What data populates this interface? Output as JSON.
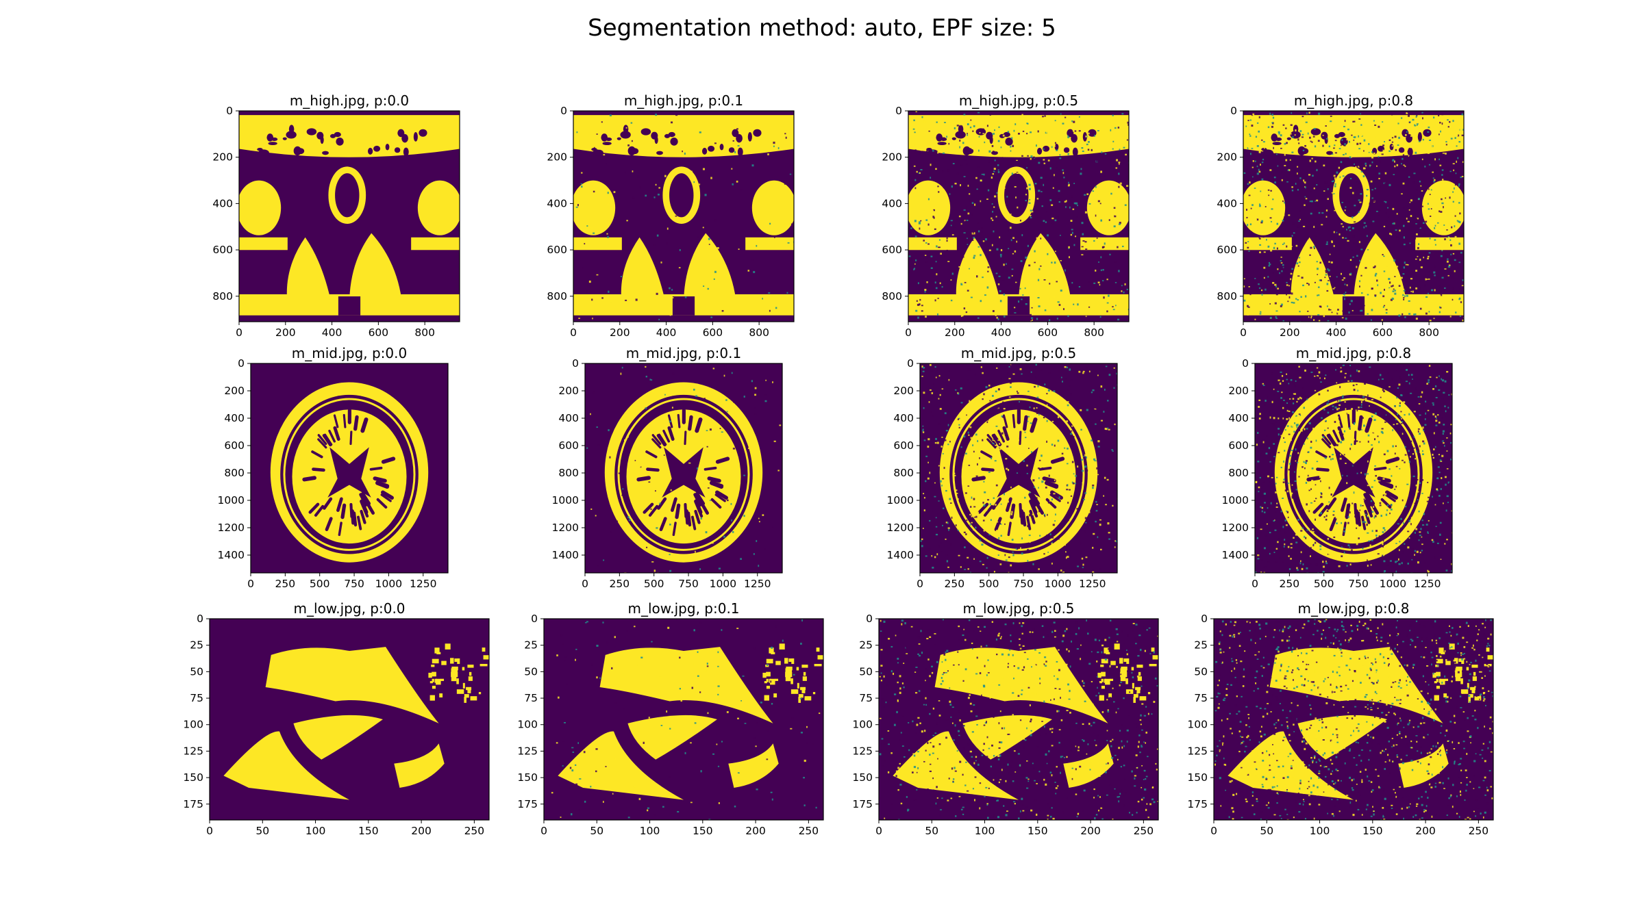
{
  "figure": {
    "title": "Segmentation method: auto, EPF size: 5",
    "colors": {
      "background": "#440154",
      "foreground": "#fde725",
      "mid": "#21918c",
      "axis": "#000000"
    }
  },
  "chart_data": [
    {
      "type": "heatmap",
      "title": "m_high.jpg, p:0.0",
      "image": "m_high",
      "noise": 0.0,
      "xticks": [
        "0",
        "200",
        "400",
        "600",
        "800"
      ],
      "yticks": [
        "0",
        "200",
        "400",
        "600",
        "800"
      ],
      "xlim": [
        0,
        950
      ],
      "ylim": [
        910,
        0
      ]
    },
    {
      "type": "heatmap",
      "title": "m_high.jpg, p:0.1",
      "image": "m_high",
      "noise": 0.1,
      "xticks": [
        "0",
        "200",
        "400",
        "600",
        "800"
      ],
      "yticks": [
        "0",
        "200",
        "400",
        "600",
        "800"
      ],
      "xlim": [
        0,
        950
      ],
      "ylim": [
        910,
        0
      ]
    },
    {
      "type": "heatmap",
      "title": "m_high.jpg, p:0.5",
      "image": "m_high",
      "noise": 0.5,
      "xticks": [
        "0",
        "200",
        "400",
        "600",
        "800"
      ],
      "yticks": [
        "0",
        "200",
        "400",
        "600",
        "800"
      ],
      "xlim": [
        0,
        950
      ],
      "ylim": [
        910,
        0
      ]
    },
    {
      "type": "heatmap",
      "title": "m_high.jpg, p:0.8",
      "image": "m_high",
      "noise": 0.8,
      "xticks": [
        "0",
        "200",
        "400",
        "600",
        "800"
      ],
      "yticks": [
        "0",
        "200",
        "400",
        "600",
        "800"
      ],
      "xlim": [
        0,
        950
      ],
      "ylim": [
        910,
        0
      ]
    },
    {
      "type": "heatmap",
      "title": "m_mid.jpg, p:0.0",
      "image": "m_mid",
      "noise": 0.0,
      "xticks": [
        "0",
        "250",
        "500",
        "750",
        "1000",
        "1250"
      ],
      "yticks": [
        "0",
        "200",
        "400",
        "600",
        "800",
        "1000",
        "1200",
        "1400"
      ],
      "xlim": [
        0,
        1430
      ],
      "ylim": [
        1530,
        0
      ]
    },
    {
      "type": "heatmap",
      "title": "m_mid.jpg, p:0.1",
      "image": "m_mid",
      "noise": 0.1,
      "xticks": [
        "0",
        "250",
        "500",
        "750",
        "1000",
        "1250"
      ],
      "yticks": [
        "0",
        "200",
        "400",
        "600",
        "800",
        "1000",
        "1200",
        "1400"
      ],
      "xlim": [
        0,
        1430
      ],
      "ylim": [
        1530,
        0
      ]
    },
    {
      "type": "heatmap",
      "title": "m_mid.jpg, p:0.5",
      "image": "m_mid",
      "noise": 0.5,
      "xticks": [
        "0",
        "250",
        "500",
        "750",
        "1000",
        "1250"
      ],
      "yticks": [
        "0",
        "200",
        "400",
        "600",
        "800",
        "1000",
        "1200",
        "1400"
      ],
      "xlim": [
        0,
        1430
      ],
      "ylim": [
        1530,
        0
      ]
    },
    {
      "type": "heatmap",
      "title": "m_mid.jpg, p:0.8",
      "image": "m_mid",
      "noise": 0.8,
      "xticks": [
        "0",
        "250",
        "500",
        "750",
        "1000",
        "1250"
      ],
      "yticks": [
        "0",
        "200",
        "400",
        "600",
        "800",
        "1000",
        "1200",
        "1400"
      ],
      "xlim": [
        0,
        1430
      ],
      "ylim": [
        1530,
        0
      ]
    },
    {
      "type": "heatmap",
      "title": "m_low.jpg, p:0.0",
      "image": "m_low",
      "noise": 0.0,
      "xticks": [
        "0",
        "50",
        "100",
        "150",
        "200",
        "250"
      ],
      "yticks": [
        "0",
        "25",
        "50",
        "75",
        "100",
        "125",
        "150",
        "175"
      ],
      "xlim": [
        0,
        264
      ],
      "ylim": [
        190,
        0
      ]
    },
    {
      "type": "heatmap",
      "title": "m_low.jpg, p:0.1",
      "image": "m_low",
      "noise": 0.1,
      "xticks": [
        "0",
        "50",
        "100",
        "150",
        "200",
        "250"
      ],
      "yticks": [
        "0",
        "25",
        "50",
        "75",
        "100",
        "125",
        "150",
        "175"
      ],
      "xlim": [
        0,
        264
      ],
      "ylim": [
        190,
        0
      ]
    },
    {
      "type": "heatmap",
      "title": "m_low.jpg, p:0.5",
      "image": "m_low",
      "noise": 0.5,
      "xticks": [
        "0",
        "50",
        "100",
        "150",
        "200",
        "250"
      ],
      "yticks": [
        "0",
        "25",
        "50",
        "75",
        "100",
        "125",
        "150",
        "175"
      ],
      "xlim": [
        0,
        264
      ],
      "ylim": [
        190,
        0
      ]
    },
    {
      "type": "heatmap",
      "title": "m_low.jpg, p:0.8",
      "image": "m_low",
      "noise": 0.8,
      "xticks": [
        "0",
        "50",
        "100",
        "150",
        "200",
        "250"
      ],
      "yticks": [
        "0",
        "25",
        "50",
        "75",
        "100",
        "125",
        "150",
        "175"
      ],
      "xlim": [
        0,
        264
      ],
      "ylim": [
        190,
        0
      ]
    }
  ]
}
